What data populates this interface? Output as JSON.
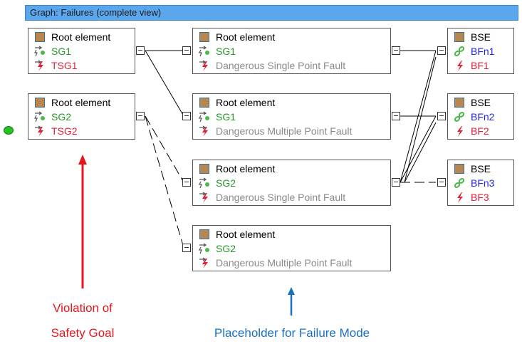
{
  "window": {
    "title": "Graph: Failures (complete view)"
  },
  "goals": [
    {
      "root": "Root element",
      "sg": "SG1",
      "tsg": "TSG1"
    },
    {
      "root": "Root element",
      "sg": "SG2",
      "tsg": "TSG2"
    }
  ],
  "modes": [
    {
      "root": "Root element",
      "sg": "SG1",
      "fault": "Dangerous Single Point Fault"
    },
    {
      "root": "Root element",
      "sg": "SG1",
      "fault": "Dangerous Multiple Point Fault"
    },
    {
      "root": "Root element",
      "sg": "SG2",
      "fault": "Dangerous Single Point Fault"
    },
    {
      "root": "Root element",
      "sg": "SG2",
      "fault": "Dangerous Multiple Point Fault"
    }
  ],
  "bse": [
    {
      "name": "BSE",
      "bfn": "BFn1",
      "bf": "BF1"
    },
    {
      "name": "BSE",
      "bfn": "BFn2",
      "bf": "BF2"
    },
    {
      "name": "BSE",
      "bfn": "BFn3",
      "bf": "BF3"
    }
  ],
  "annotations": {
    "violation_line1": "Violation of",
    "violation_line2": "Safety Goal",
    "placeholder": "Placeholder for Failure Mode"
  },
  "colors": {
    "titlebar": "#5ba7ee",
    "goal_text": "#26962a",
    "failure_text": "#e0203a",
    "function_text": "#2424e6",
    "fault_text": "#8a8a8a",
    "violation_arrow": "#e8141e",
    "placeholder_arrow": "#1a6fc0",
    "status_marker": "#22c322"
  },
  "icons": {
    "element": "brown-square-icon",
    "safety_goal": "safety-goal-icon",
    "failure": "lightning-icon",
    "function": "chain-link-icon",
    "marker": "green-dot-icon"
  }
}
